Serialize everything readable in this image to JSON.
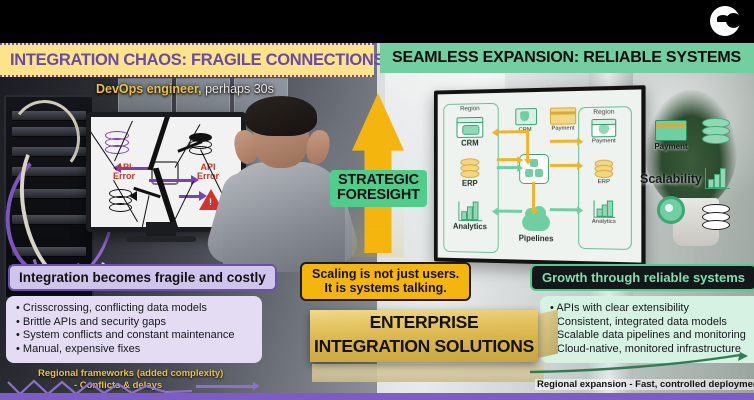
{
  "brand": {
    "logo_icon": "circular-leaf-logo"
  },
  "headers": {
    "left": "INTEGRATION CHAOS: FRAGILE CONNECTIONS",
    "right": "SEAMLESS EXPANSION: RELIABLE SYSTEMS",
    "left_bg": "#fde48a",
    "left_text_color": "#6a4aa8",
    "right_bg": "#73cfa0",
    "right_text_color": "#0d0d0d"
  },
  "caption": {
    "bold": "DevOps engineer,",
    "rest": " perhaps 30s"
  },
  "center": {
    "arrow_label_line1": "STRATEGIC",
    "arrow_label_line2": "FORESIGHT",
    "arrow_color": "#f5b50f",
    "callout_line1": "Scaling is not just users.",
    "callout_line2": "It is systems talking.",
    "plaque_line1": "ENTERPRISE",
    "plaque_line2": "INTEGRATION SOLUTIONS"
  },
  "left_panel": {
    "monitor": {
      "error_label_1": "API",
      "error_label_2": "Error",
      "error_label_3": "API",
      "error_label_4": "Error",
      "warning_icon": "warning-triangle-icon",
      "db_icon": "database-icon"
    },
    "headline": "Integration becomes fragile and costly",
    "bullets": [
      "• Crisscrossing, conflicting data models",
      "• Brittle APIs and security gaps",
      "• System conflicts and constant maintenance",
      "• Manual, expensive fixes"
    ],
    "footnote_line1": "Regional frameworks (added complexity)",
    "footnote_line2": "- Conflicts & delays",
    "accent": "#6c4fb0"
  },
  "right_panel": {
    "headline": "Growth through reliable systems",
    "bullets": [
      "• APIs with clear extensibility",
      "• Consistent, integrated data models",
      "• Scalable data pipelines and monitoring",
      "• Cloud-native, monitored infrastructure"
    ],
    "footnote": "Regional expansion - Fast, controlled deployments",
    "accent": "#4fcd8d",
    "diagram": {
      "left_group_title": "Region",
      "left_nodes": [
        {
          "label": "CRM",
          "icon": "window-handshake-icon"
        },
        {
          "label": "ERP",
          "icon": "database-icon"
        },
        {
          "label": "Analytics",
          "icon": "bar-chart-icon"
        }
      ],
      "top_nodes": [
        {
          "label": "CRM",
          "icon": "card-stack-shield-icon"
        },
        {
          "label": "Payment",
          "icon": "credit-card-icon"
        }
      ],
      "hub": {
        "label": "",
        "icon": "integration-hub-icon"
      },
      "bottom_node": {
        "label": "Pipelines",
        "icon": "cloud-icon"
      },
      "right_group_title": "Region",
      "right_nodes": [
        {
          "label": "Payment",
          "icon": "window-shield-icon"
        },
        {
          "label": "ERP",
          "icon": "database-icon"
        },
        {
          "label": "Analytics",
          "icon": "bar-chart-icon"
        }
      ]
    },
    "outcomes": [
      {
        "label": "Payment",
        "icon": "credit-card-icon"
      },
      {
        "label": "Scalability",
        "icon": "scalability-label"
      },
      {
        "label": "",
        "icon": "gear-icon"
      }
    ],
    "outcome_dbs": [
      "database-icon",
      "chart-icon",
      "database-icon"
    ]
  }
}
